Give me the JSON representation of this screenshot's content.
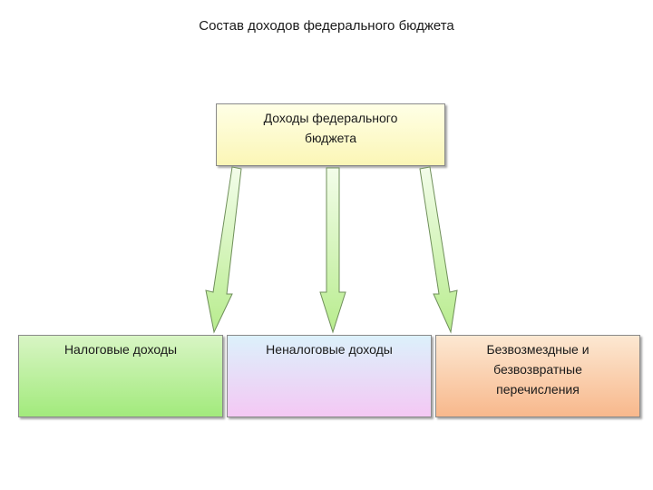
{
  "title": "Состав доходов федерального бюджета",
  "root": {
    "line1": "Доходы федерального",
    "line2": "бюджета"
  },
  "children": [
    {
      "lines": [
        "Налоговые доходы"
      ]
    },
    {
      "lines": [
        "Неналоговые доходы"
      ]
    },
    {
      "lines": [
        "Безвозмездные и",
        "безвозвратные",
        "перечисления"
      ]
    }
  ],
  "colors": {
    "root_fill": "#fbf6b6",
    "tax_fill": "#a2ea7c",
    "nontax_fill": "#f4c8f4",
    "transfer_fill": "#f8b88c",
    "arrow_fill": "#d9f7b8",
    "arrow_stroke": "#6f8f5a"
  }
}
